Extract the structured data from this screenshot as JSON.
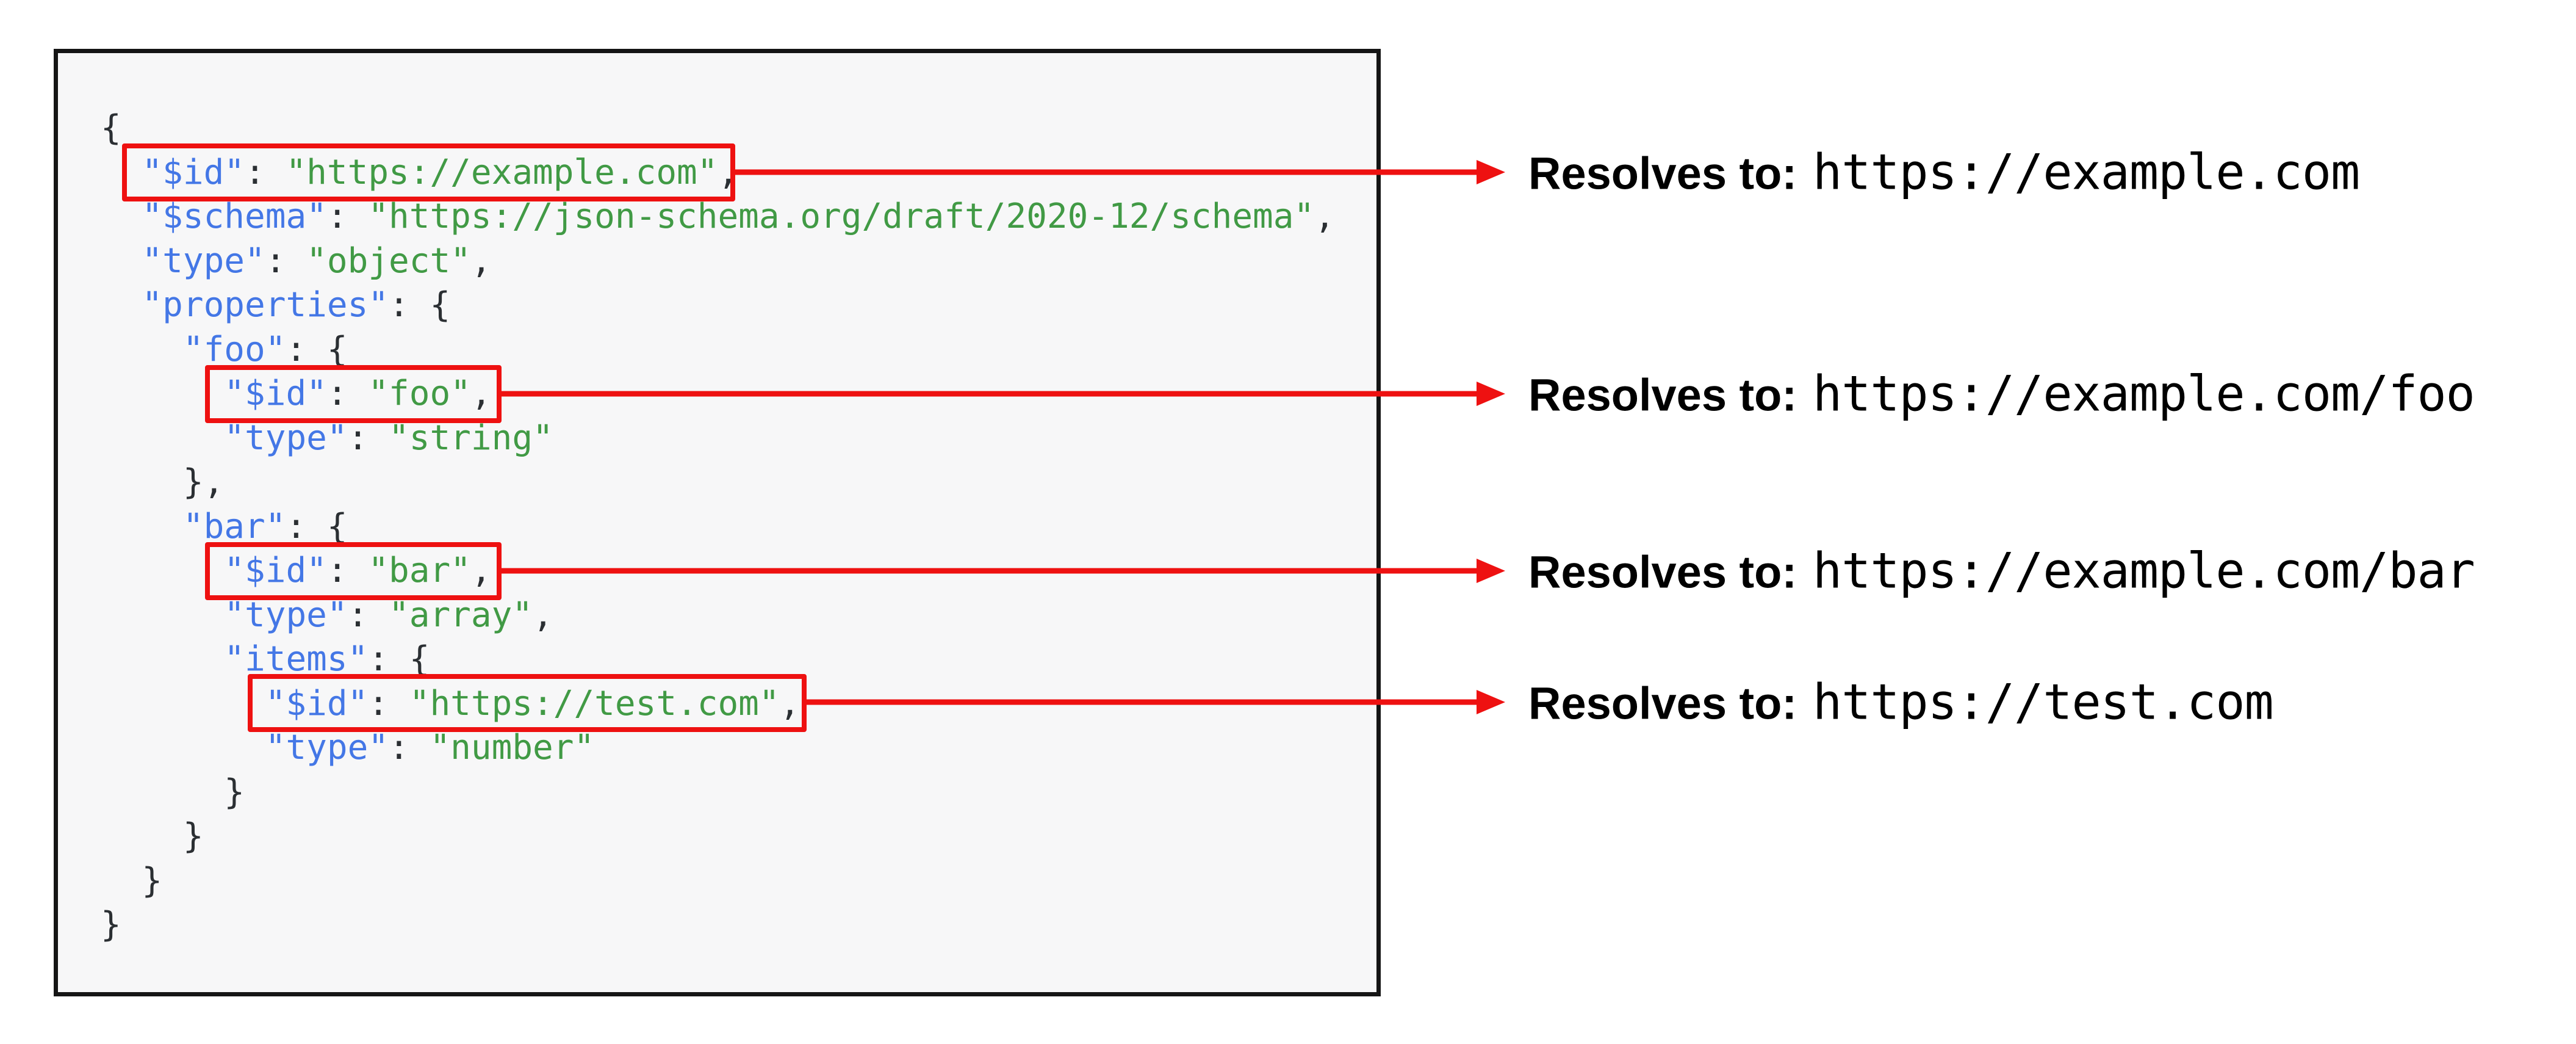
{
  "colors": {
    "key_blue": "#4477e6",
    "string_green": "#419a45",
    "punctuation": "#2b2f33",
    "highlight_red": "#ee1111",
    "panel_background": "#f7f7f8",
    "panel_border": "#151515"
  },
  "code_block": {
    "language": "json",
    "lines": [
      {
        "tokens": [
          {
            "c": "p",
            "t": "{"
          }
        ]
      },
      {
        "highlighted": true,
        "tokens": [
          {
            "c": "p",
            "t": "  "
          },
          {
            "c": "k",
            "t": "\"$id\""
          },
          {
            "c": "p",
            "t": ": "
          },
          {
            "c": "s",
            "t": "\"https://example.com\""
          },
          {
            "c": "p",
            "t": ","
          }
        ]
      },
      {
        "tokens": [
          {
            "c": "p",
            "t": "  "
          },
          {
            "c": "k",
            "t": "\"$schema\""
          },
          {
            "c": "p",
            "t": ": "
          },
          {
            "c": "s",
            "t": "\"https://json-schema.org/draft/2020-12/schema\""
          },
          {
            "c": "p",
            "t": ","
          }
        ]
      },
      {
        "tokens": [
          {
            "c": "p",
            "t": "  "
          },
          {
            "c": "k",
            "t": "\"type\""
          },
          {
            "c": "p",
            "t": ": "
          },
          {
            "c": "s",
            "t": "\"object\""
          },
          {
            "c": "p",
            "t": ","
          }
        ]
      },
      {
        "tokens": [
          {
            "c": "p",
            "t": "  "
          },
          {
            "c": "k",
            "t": "\"properties\""
          },
          {
            "c": "p",
            "t": ": {"
          }
        ]
      },
      {
        "tokens": [
          {
            "c": "p",
            "t": "    "
          },
          {
            "c": "k",
            "t": "\"foo\""
          },
          {
            "c": "p",
            "t": ": {"
          }
        ]
      },
      {
        "highlighted": true,
        "tokens": [
          {
            "c": "p",
            "t": "      "
          },
          {
            "c": "k",
            "t": "\"$id\""
          },
          {
            "c": "p",
            "t": ": "
          },
          {
            "c": "s",
            "t": "\"foo\""
          },
          {
            "c": "p",
            "t": ","
          }
        ]
      },
      {
        "tokens": [
          {
            "c": "p",
            "t": "      "
          },
          {
            "c": "k",
            "t": "\"type\""
          },
          {
            "c": "p",
            "t": ": "
          },
          {
            "c": "s",
            "t": "\"string\""
          }
        ]
      },
      {
        "tokens": [
          {
            "c": "p",
            "t": "    },"
          }
        ]
      },
      {
        "tokens": [
          {
            "c": "p",
            "t": "    "
          },
          {
            "c": "k",
            "t": "\"bar\""
          },
          {
            "c": "p",
            "t": ": {"
          }
        ]
      },
      {
        "highlighted": true,
        "tokens": [
          {
            "c": "p",
            "t": "      "
          },
          {
            "c": "k",
            "t": "\"$id\""
          },
          {
            "c": "p",
            "t": ": "
          },
          {
            "c": "s",
            "t": "\"bar\""
          },
          {
            "c": "p",
            "t": ","
          }
        ]
      },
      {
        "tokens": [
          {
            "c": "p",
            "t": "      "
          },
          {
            "c": "k",
            "t": "\"type\""
          },
          {
            "c": "p",
            "t": ": "
          },
          {
            "c": "s",
            "t": "\"array\""
          },
          {
            "c": "p",
            "t": ","
          }
        ]
      },
      {
        "tokens": [
          {
            "c": "p",
            "t": "      "
          },
          {
            "c": "k",
            "t": "\"items\""
          },
          {
            "c": "p",
            "t": ": {"
          }
        ]
      },
      {
        "highlighted": true,
        "tokens": [
          {
            "c": "p",
            "t": "        "
          },
          {
            "c": "k",
            "t": "\"$id\""
          },
          {
            "c": "p",
            "t": ": "
          },
          {
            "c": "s",
            "t": "\"https://test.com\""
          },
          {
            "c": "p",
            "t": ","
          }
        ]
      },
      {
        "tokens": [
          {
            "c": "p",
            "t": "        "
          },
          {
            "c": "k",
            "t": "\"type\""
          },
          {
            "c": "p",
            "t": ": "
          },
          {
            "c": "s",
            "t": "\"number\""
          }
        ]
      },
      {
        "tokens": [
          {
            "c": "p",
            "t": "      }"
          }
        ]
      },
      {
        "tokens": [
          {
            "c": "p",
            "t": "    }"
          }
        ]
      },
      {
        "tokens": [
          {
            "c": "p",
            "t": "  }"
          }
        ]
      },
      {
        "tokens": [
          {
            "c": "p",
            "t": "}"
          }
        ]
      }
    ]
  },
  "annotations": [
    {
      "label": "Resolves to:",
      "url": "https://example.com"
    },
    {
      "label": "Resolves to:",
      "url": "https://example.com/foo"
    },
    {
      "label": "Resolves to:",
      "url": "https://example.com/bar"
    },
    {
      "label": "Resolves to:",
      "url": "https://test.com"
    }
  ]
}
